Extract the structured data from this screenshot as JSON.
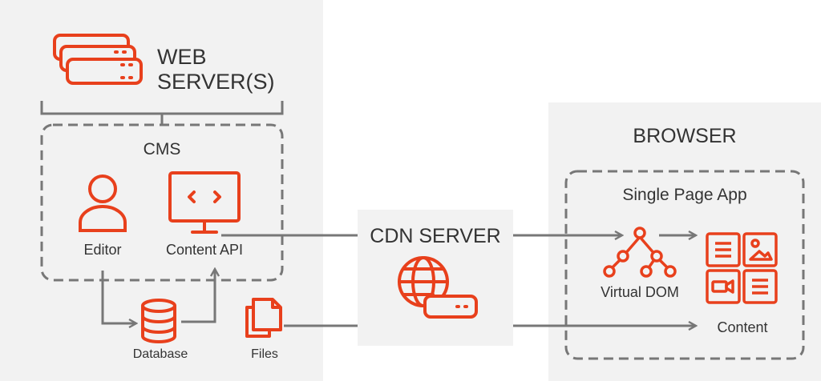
{
  "colors": {
    "accent": "#e8401c",
    "text": "#333333",
    "panel": "#f2f2f2",
    "line": "#777777"
  },
  "web_server": {
    "label_line1": "WEB",
    "label_line2": "SERVER(S)",
    "icon": "server-stack-icon"
  },
  "cms": {
    "title": "CMS",
    "editor_label": "Editor",
    "content_api_label": "Content API",
    "editor_icon": "user-icon",
    "content_api_icon": "monitor-code-icon"
  },
  "storage": {
    "database_label": "Database",
    "files_label": "Files",
    "database_icon": "database-icon",
    "files_icon": "files-icon"
  },
  "cdn": {
    "title": "CDN SERVER",
    "icon": "globe-server-icon"
  },
  "browser": {
    "title": "BROWSER",
    "spa_title": "Single Page App",
    "virtual_dom_label": "Virtual DOM",
    "content_label": "Content",
    "virtual_dom_icon": "tree-icon"
  }
}
